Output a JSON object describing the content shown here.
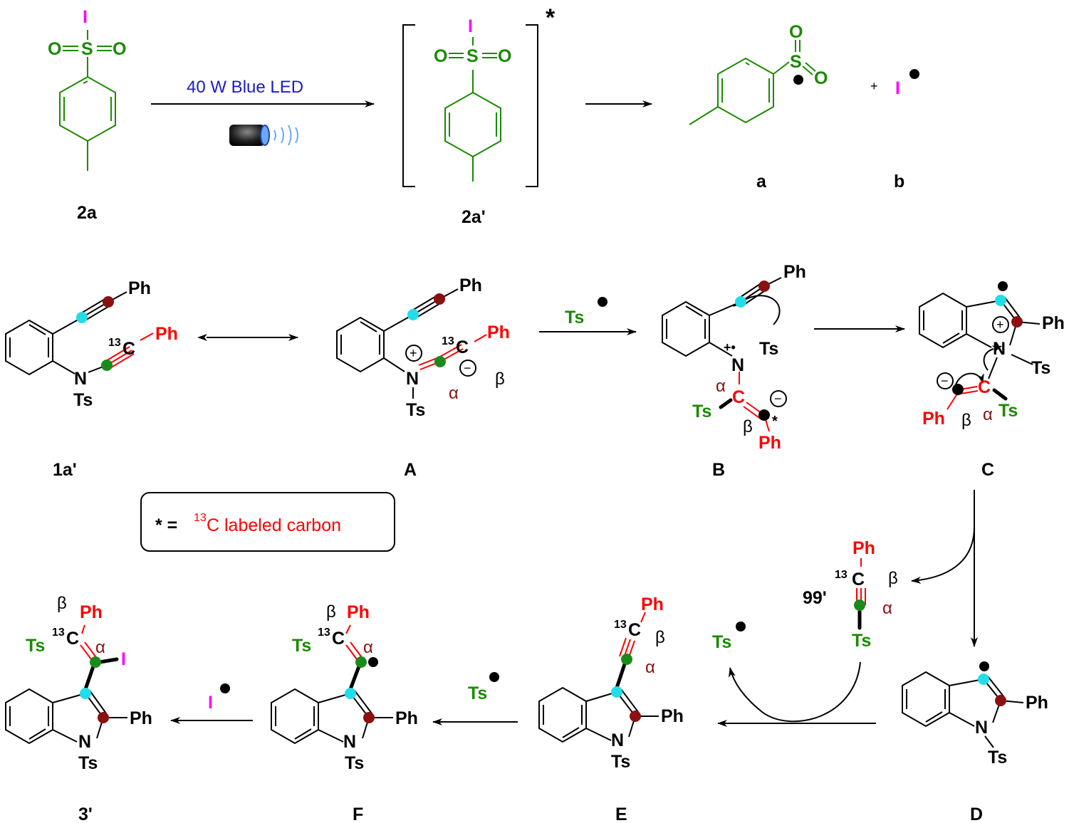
{
  "reagent_2a": {
    "label": "2a",
    "I": "I",
    "S": "S",
    "O": "O"
  },
  "excited_2a": {
    "label": "2a'",
    "star": "*",
    "I": "I",
    "S": "S",
    "O": "O"
  },
  "light": {
    "text": "40  W Blue LED"
  },
  "radical_a": {
    "label": "a",
    "S": "S",
    "O": "O"
  },
  "radical_b": {
    "label": "b",
    "plus": "+",
    "I": "I"
  },
  "substrate": {
    "label": "1a'",
    "Ph": "Ph",
    "C13": "13",
    "C": "C",
    "N": "N",
    "Ts": "Ts"
  },
  "int_A": {
    "label": "A",
    "Ph": "Ph",
    "C13": "13",
    "C": "C",
    "N": "N",
    "Ts": "Ts",
    "plus": "+",
    "minus": "−",
    "alpha": "α",
    "beta": "β"
  },
  "int_B": {
    "label": "B",
    "Ph": "Ph",
    "N": "N",
    "Ts": "Ts",
    "radcat": "+•",
    "C": "C",
    "alpha": "α",
    "beta": "β",
    "minus": "−",
    "star": "*"
  },
  "int_C": {
    "label": "C",
    "Ph": "Ph",
    "N": "N",
    "Ts": "Ts",
    "C": "C",
    "plus": "+",
    "minus": "−",
    "alpha": "α",
    "beta": "β"
  },
  "int_D": {
    "label": "D",
    "Ph": "Ph",
    "N": "N",
    "Ts": "Ts"
  },
  "int_E": {
    "label": "E",
    "Ph": "Ph",
    "N": "N",
    "Ts": "Ts",
    "C13": "13",
    "C": "C",
    "alpha": "α",
    "beta": "β"
  },
  "int_F": {
    "label": "F",
    "Ph": "Ph",
    "N": "N",
    "Ts": "Ts",
    "C13": "13",
    "C": "C",
    "alpha": "α",
    "beta": "β"
  },
  "product": {
    "label": "3'",
    "Ph": "Ph",
    "N": "N",
    "Ts": "Ts",
    "C13": "13",
    "C": "C",
    "alpha": "α",
    "beta": "β",
    "I": "I"
  },
  "byproduct": {
    "label": "99'",
    "Ph": "Ph",
    "C13": "13",
    "C": "C",
    "Ts": "Ts",
    "alpha": "α",
    "beta": "β"
  },
  "reagents": {
    "ts_radical": "Ts",
    "i_radical": "I"
  },
  "legend": {
    "star": "* = ",
    "sup": "13",
    "text": "C labeled carbon"
  },
  "colors": {
    "sulfonyl": "#1a8a00",
    "iodine": "#ff00ff",
    "label13C": "#ff0000",
    "beta_dot": "#8b1010",
    "cyan_dot": "#22dde8",
    "green_dot": "#1a8a1a",
    "light_text": "#1a1acc"
  }
}
